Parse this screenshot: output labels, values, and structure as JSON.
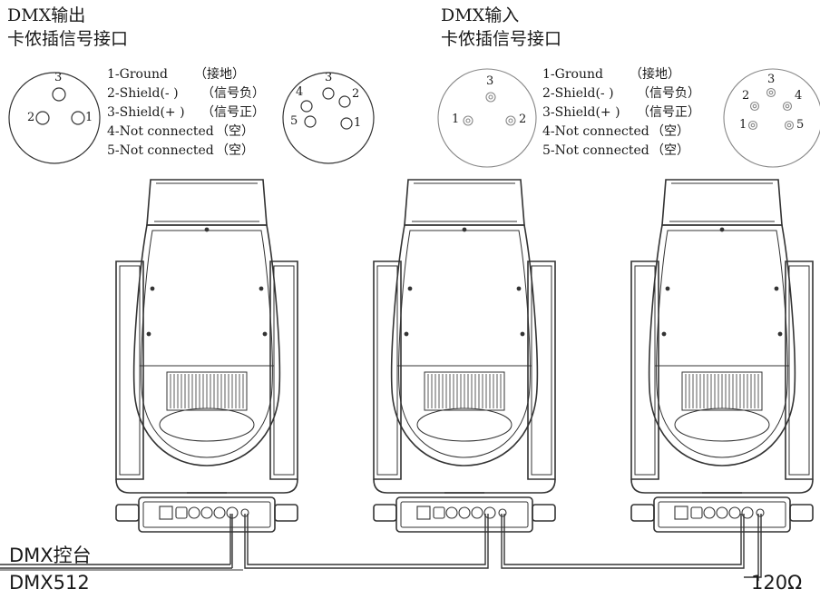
{
  "dmx_out": {
    "title": "DMX输出",
    "subtitle": "卡侬插信号接口",
    "pins": [
      {
        "en": "1-Ground",
        "cn": "（接地）"
      },
      {
        "en": "2-Shield(- )",
        "cn": "（信号负）"
      },
      {
        "en": "3-Shield(+ )",
        "cn": "（信号正）"
      },
      {
        "en": "4-Not connected",
        "cn": "（空）"
      },
      {
        "en": "5-Not connected",
        "cn": "（空）"
      }
    ],
    "xlr3_pins": [
      "3",
      "2",
      "1"
    ],
    "xlr5_pins": [
      "4",
      "3",
      "2",
      "5",
      "1"
    ]
  },
  "dmx_in": {
    "title": "DMX输入",
    "subtitle": "卡侬插信号接口",
    "pins": [
      {
        "en": "1-Ground",
        "cn": "（接地）"
      },
      {
        "en": "2-Shield(- )",
        "cn": "（信号负）"
      },
      {
        "en": "3-Shield(+ )",
        "cn": "（信号正）"
      },
      {
        "en": "4-Not connected",
        "cn": "（空）"
      },
      {
        "en": "5-Not connected",
        "cn": "（空）"
      }
    ],
    "xlr3_pins": [
      "3",
      "1",
      "2"
    ],
    "xlr5_pins": [
      "3",
      "2",
      "4",
      "1",
      "5"
    ]
  },
  "controller_label": "DMX控台",
  "protocol_label": "DMX512",
  "terminator_label": "120Ω"
}
